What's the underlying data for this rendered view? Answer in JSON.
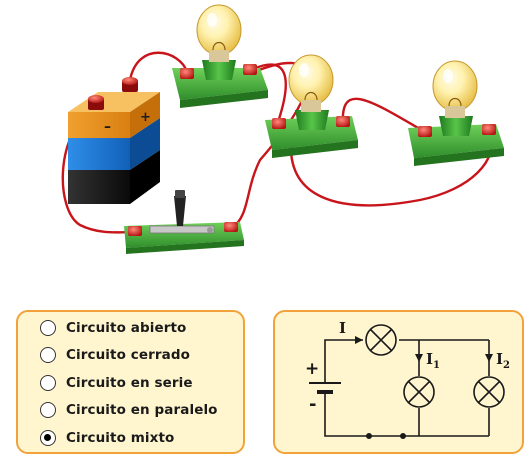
{
  "options": [
    {
      "label": "Circuito abierto",
      "selected": false
    },
    {
      "label": "Circuito cerrado",
      "selected": false
    },
    {
      "label": "Circuito en serie",
      "selected": false
    },
    {
      "label": "Circuito en paralelo",
      "selected": false
    },
    {
      "label": "Circuito mixto",
      "selected": true
    }
  ],
  "schematic": {
    "current_main": "I",
    "current_branch1": "I",
    "current_branch1_sub": "1",
    "current_branch2": "I",
    "current_branch2_sub": "2",
    "battery_plus": "+",
    "battery_minus": "-"
  },
  "battery_labels": {
    "minus": "–",
    "plus": "+"
  },
  "colors": {
    "panel_bg": "#fff5cf",
    "panel_border": "#f2a23a",
    "wire": "#c8151b",
    "base_green": "#3fae3a"
  }
}
